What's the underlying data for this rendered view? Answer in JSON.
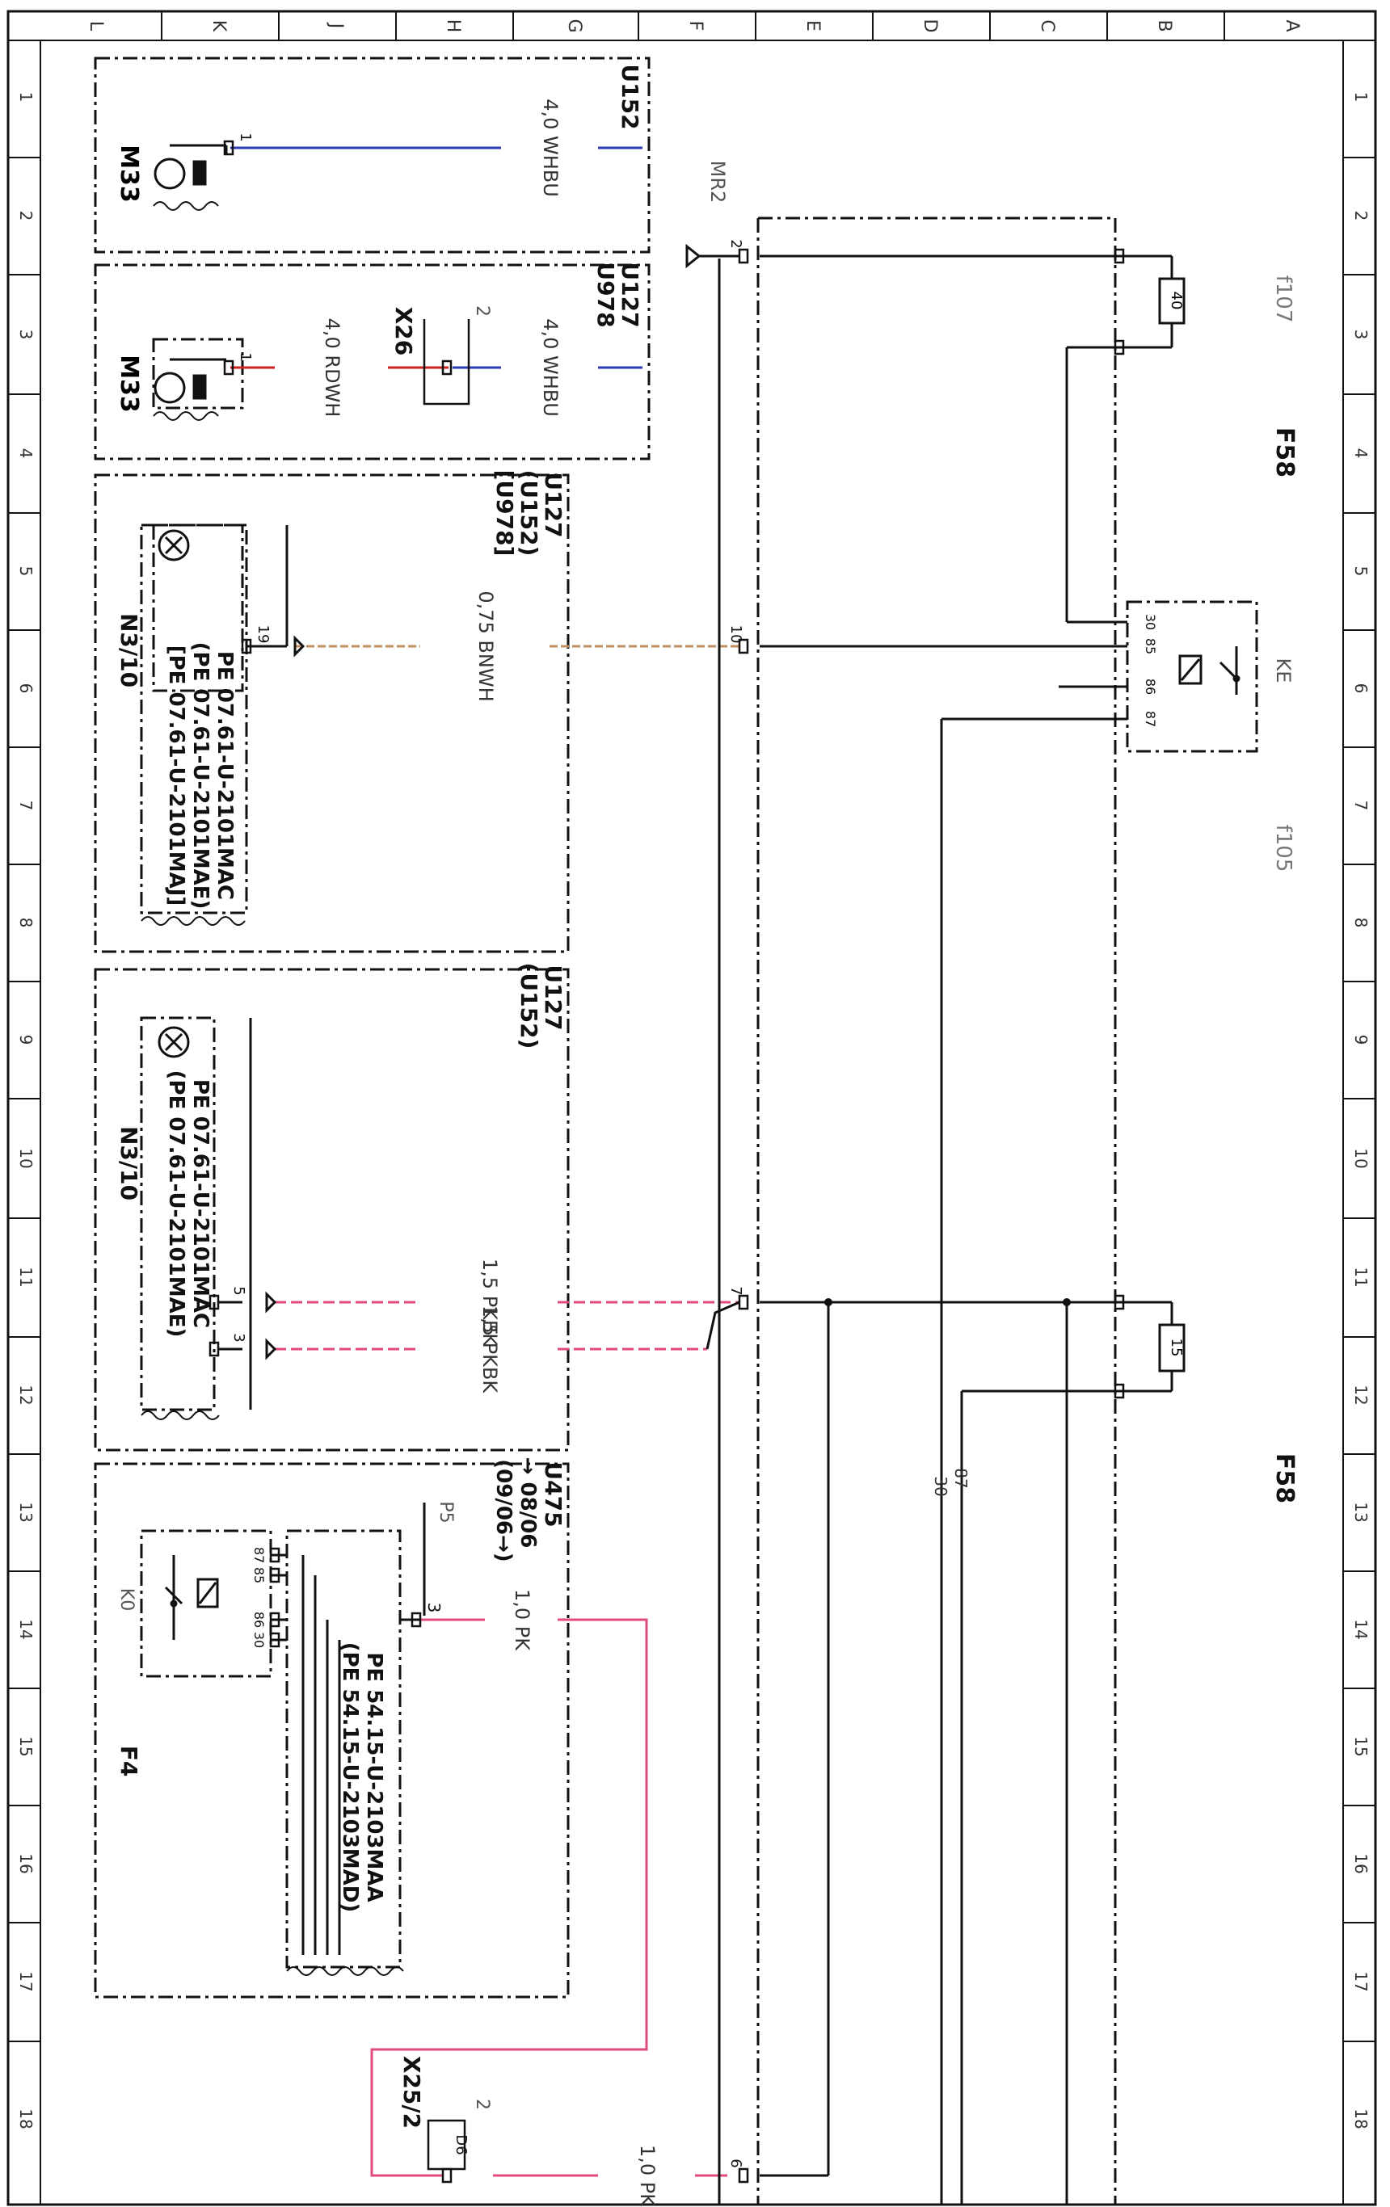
{
  "border": {
    "top_letters": [
      "L",
      "K",
      "J",
      "H",
      "G",
      "F",
      "E",
      "D",
      "C",
      "B",
      "A"
    ],
    "side_numbers": [
      "1",
      "2",
      "3",
      "4",
      "5",
      "6",
      "7",
      "8",
      "9",
      "10",
      "11",
      "12",
      "13",
      "14",
      "15",
      "16",
      "17",
      "18"
    ]
  },
  "boxes": {
    "b1": {
      "codes": [
        "U152"
      ],
      "component": "M33"
    },
    "b2": {
      "codes": [
        "U127",
        "U978"
      ],
      "component": "M33"
    },
    "b3": {
      "codes": [
        "U127",
        "(U152)",
        "[U978]"
      ],
      "component": "N3/10",
      "refs": [
        "PE 07.61-U-2101MAC",
        "(PE 07.61-U-2101MAE)",
        "[PE 07.61-U-2101MAJ]"
      ],
      "pin": "19"
    },
    "b4": {
      "codes": [
        "U127",
        "(U152)"
      ],
      "component": "N3/10",
      "refs": [
        "PE 07.61-U-2101MAC",
        "(PE 07.61-U-2101MAE)"
      ],
      "pins": [
        "5",
        "3"
      ]
    },
    "b5": {
      "codes": [
        "U475",
        "→ 08/06",
        "(09/06→)"
      ],
      "component": "P5",
      "pin": "3",
      "refs": [
        "PE 54.15-U-2103MAA",
        "(PE 54.15-U-2103MAD)"
      ],
      "relay": "K0",
      "relay_pins": [
        "87",
        "85",
        "86",
        "30"
      ],
      "fuse_block": "F4"
    }
  },
  "wires": {
    "w1": "4,0 WHBU",
    "w2": "4,0 RDWH",
    "w3": "4,0 WHBU",
    "w4": "0,75 BNWH",
    "w5": "1,5 PKBK",
    "w6": "1,5 PKBK",
    "w7": "1,0 PK",
    "w8": "1,0 PK",
    "w9": "30",
    "w10": "87"
  },
  "wire_colors": {
    "blue": "#2b3bb5",
    "red": "#d02020",
    "brown": "#c09060",
    "pink": "#e04a80",
    "black": "#111111"
  },
  "labels": {
    "mr2": "MR2",
    "x26": "X26",
    "x26_pin": "2",
    "x25_2": "X25/2",
    "x25_pin": "2",
    "d6": "D6",
    "f107": "f107",
    "f105": "f105",
    "f58_top": "F58",
    "f58_bottom": "F58",
    "ke": "KE",
    "ke_pins": [
      "30",
      "85",
      "86",
      "87"
    ],
    "fuse40": "40",
    "fuse15": "15",
    "pin1a": "1",
    "pin1b": "1",
    "pin2a": "2",
    "pin10": "10",
    "pin7": "7",
    "pin6": "6"
  }
}
